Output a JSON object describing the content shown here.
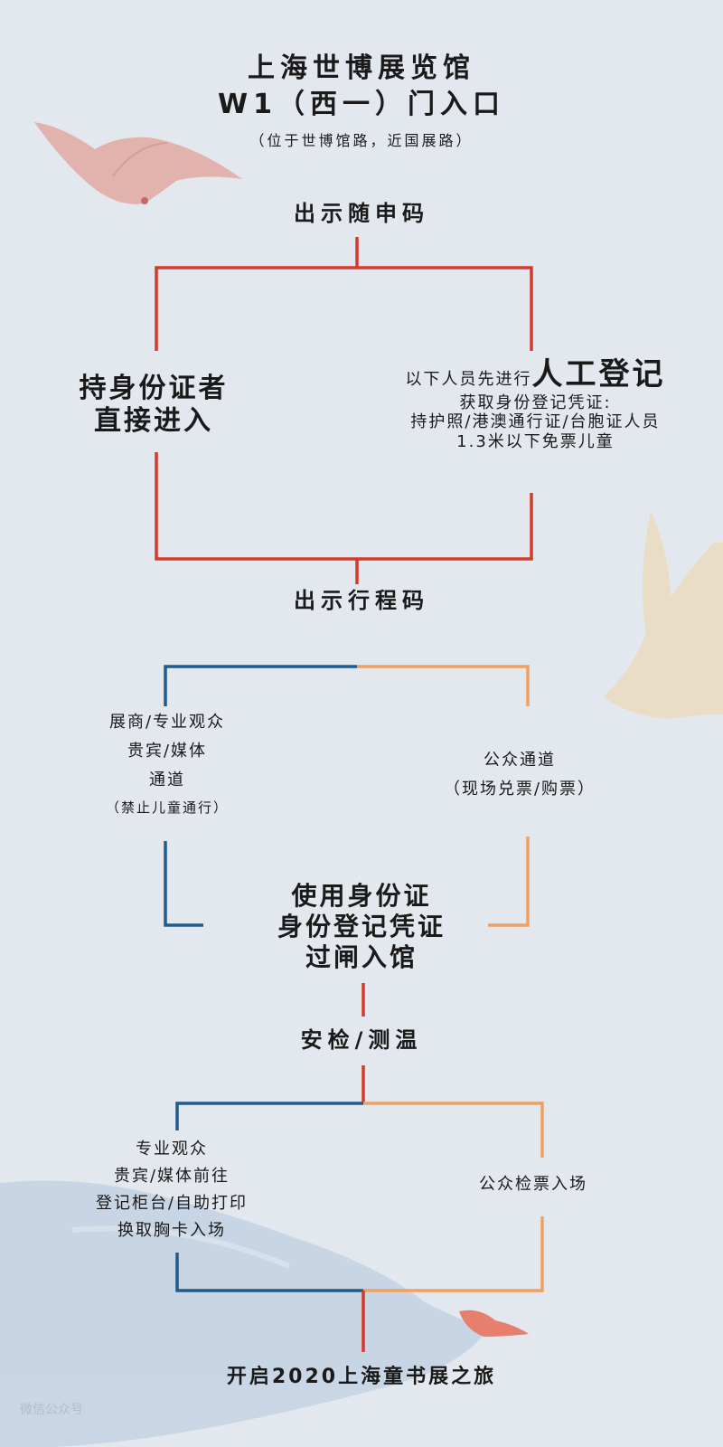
{
  "header": {
    "title_line1": "上海世博展览馆",
    "title_line2": "W1（西一）门入口",
    "subtitle": "（位于世博馆路，近国展路）"
  },
  "steps": {
    "step1": "出示随申码",
    "step2": "出示行程码",
    "step3": "安检/测温",
    "end": "开启2020上海童书展之旅"
  },
  "branch1": {
    "left_line1": "持身份证者",
    "left_line2": "直接进入",
    "right_prefix": "以下人员先进行",
    "right_highlight": "人工登记",
    "right_line2": "获取身份登记凭证:",
    "right_line3": "持护照/港澳通行证/台胞证人员",
    "right_line4": "1.3米以下免票儿童"
  },
  "branch2": {
    "left_line1": "展商/专业观众",
    "left_line2": "贵宾/媒体",
    "left_line3": "通道",
    "left_note": "（禁止儿童通行）",
    "right_line1": "公众通道",
    "right_line2": "（现场兑票/购票）"
  },
  "gate": {
    "line1": "使用身份证",
    "line2": "身份登记凭证",
    "line3": "过闸入馆"
  },
  "branch3": {
    "left_line1": "专业观众",
    "left_line2": "贵宾/媒体前往",
    "left_line3": "登记柜台/自助打印",
    "left_line4": "换取胸卡入场",
    "right_line1": "公众检票入场"
  },
  "watermark": "微信公众号",
  "colors": {
    "background": "#e3e7ee",
    "red": "#d23a2a",
    "blue": "#1f5b8f",
    "orange": "#f0a060",
    "bird_pink": "#e2a9a2",
    "bird_beige": "#eadcc0",
    "bird_blue": "#c4d2e4"
  }
}
